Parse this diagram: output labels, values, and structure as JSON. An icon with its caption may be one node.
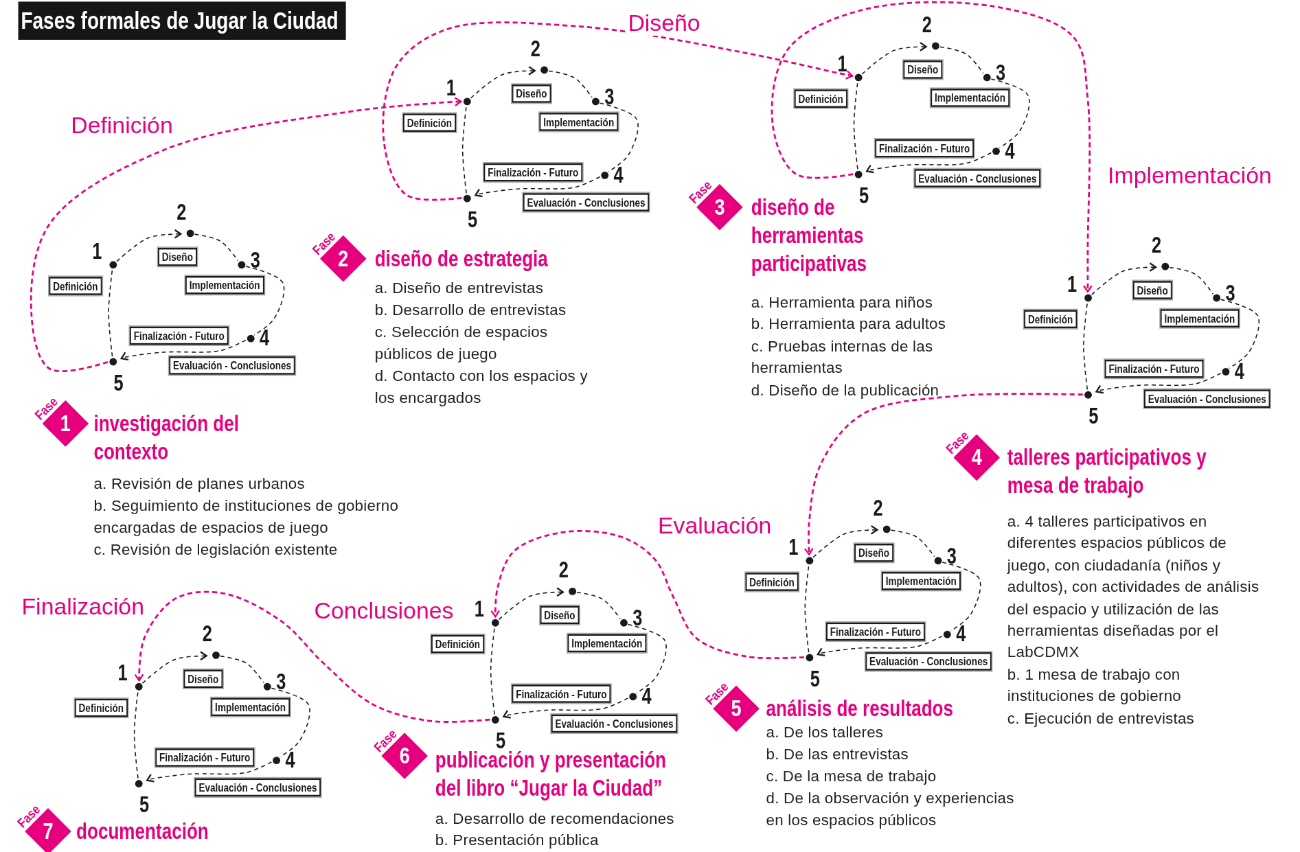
{
  "diagram": {
    "title": "Fases formales de Jugar la Ciudad",
    "nodes": [
      {
        "text": [],
        "shape": "circle",
        "beside": [
          "1"
        ]
      },
      {
        "text": [],
        "shape": "circle",
        "beside": [
          "2"
        ]
      },
      {
        "text": [],
        "shape": "circle",
        "beside": [
          "3"
        ]
      },
      {
        "text": [],
        "shape": "circle",
        "beside": [
          "4"
        ]
      },
      {
        "text": [],
        "shape": "circle",
        "beside": [
          "5"
        ]
      },
      {
        "text": [
          "Definición"
        ]
      },
      {
        "text": [
          "Diseño"
        ]
      },
      {
        "text": [
          "Implementación"
        ]
      },
      {
        "text": [
          "Finalización - Futuro"
        ]
      },
      {
        "text": [
          "Evaluación - Conclusiones"
        ]
      },
      {
        "text": [
          "Fase",
          "1"
        ],
        "beside": [
          "investigación del contexto",
          "a. Revisión de planes urbanos",
          "b. Seguimiento de instituciones de gobierno encargadas de espacios de juego",
          "c. Revisión de legislación existente"
        ]
      },
      {
        "text": [],
        "shape": "circle",
        "beside": [
          "1"
        ]
      },
      {
        "text": [],
        "shape": "circle",
        "beside": [
          "2"
        ]
      },
      {
        "text": [],
        "shape": "circle",
        "beside": [
          "3"
        ]
      },
      {
        "text": [],
        "shape": "circle",
        "beside": [
          "4"
        ]
      },
      {
        "text": [],
        "shape": "circle",
        "beside": [
          "5"
        ]
      },
      {
        "text": [
          "Definición"
        ]
      },
      {
        "text": [
          "Diseño"
        ]
      },
      {
        "text": [
          "Implementación"
        ]
      },
      {
        "text": [
          "Finalización - Futuro"
        ]
      },
      {
        "text": [
          "Evaluación - Conclusiones"
        ]
      },
      {
        "text": [
          "Fase",
          "2"
        ],
        "beside": [
          "diseño de estrategia",
          "a. Diseño de entrevistas",
          "b. Desarrollo de entrevistas",
          "c. Selección de espacios públicos de juego",
          "d. Contacto con los espacios y los encargados"
        ]
      },
      {
        "text": [],
        "shape": "circle",
        "beside": [
          "1"
        ]
      },
      {
        "text": [],
        "shape": "circle",
        "beside": [
          "2"
        ]
      },
      {
        "text": [],
        "shape": "circle",
        "beside": [
          "3"
        ]
      },
      {
        "text": [],
        "shape": "circle",
        "beside": [
          "4"
        ]
      },
      {
        "text": [],
        "shape": "circle",
        "beside": [
          "5"
        ]
      },
      {
        "text": [
          "Definición"
        ]
      },
      {
        "text": [
          "Diseño"
        ]
      },
      {
        "text": [
          "Implementación"
        ]
      },
      {
        "text": [
          "Finalización - Futuro"
        ]
      },
      {
        "text": [
          "Evaluación - Conclusiones"
        ]
      },
      {
        "text": [
          "Fase",
          "3"
        ],
        "beside": [
          "diseño de herramientas participativas",
          "a. Herramienta para niños",
          "b. Herramienta para adultos",
          "c. Pruebas internas de las herramientas",
          "d. Diseño de la publicación"
        ]
      },
      {
        "text": [],
        "shape": "circle",
        "beside": [
          "1"
        ]
      },
      {
        "text": [],
        "shape": "circle",
        "beside": [
          "2"
        ]
      },
      {
        "text": [],
        "shape": "circle",
        "beside": [
          "3"
        ]
      },
      {
        "text": [],
        "shape": "circle",
        "beside": [
          "4"
        ]
      },
      {
        "text": [],
        "shape": "circle",
        "beside": [
          "5"
        ]
      },
      {
        "text": [
          "Definición"
        ]
      },
      {
        "text": [
          "Diseño"
        ]
      },
      {
        "text": [
          "Implementación"
        ]
      },
      {
        "text": [
          "Finalización - Futuro"
        ]
      },
      {
        "text": [
          "Evaluación - Conclusiones"
        ]
      },
      {
        "text": [
          "Fase",
          "4"
        ],
        "beside": [
          "talleres participativos y mesa de trabajo",
          "a. 4 talleres participativos en diferentes espacios públicos de juego, con ciudadanía (niños y adultos), con actividades de análisis del espacio y utilización de las herramientas diseñadas por el LabCDMX",
          "b. 1 mesa de trabajo con instituciones de gobierno",
          "c. Ejecución de entrevistas"
        ]
      },
      {
        "text": [],
        "shape": "circle",
        "beside": [
          "1"
        ]
      },
      {
        "text": [],
        "shape": "circle",
        "beside": [
          "2"
        ]
      },
      {
        "text": [],
        "shape": "circle",
        "beside": [
          "3"
        ]
      },
      {
        "text": [],
        "shape": "circle",
        "beside": [
          "4"
        ]
      },
      {
        "text": [],
        "shape": "circle",
        "beside": [
          "5"
        ]
      },
      {
        "text": [
          "Definición"
        ]
      },
      {
        "text": [
          "Diseño"
        ]
      },
      {
        "text": [
          "Implementación"
        ]
      },
      {
        "text": [
          "Finalización - Futuro"
        ]
      },
      {
        "text": [
          "Evaluación - Conclusiones"
        ]
      },
      {
        "text": [
          "Fase",
          "5"
        ],
        "beside": [
          "análisis de resultados",
          "a. De los talleres",
          "b. De las entrevistas",
          "c. De la mesa de trabajo",
          "d. De la observación y experiencias en los espacios públicos"
        ]
      },
      {
        "text": [],
        "shape": "circle",
        "beside": [
          "1"
        ]
      },
      {
        "text": [],
        "shape": "circle",
        "beside": [
          "2"
        ]
      },
      {
        "text": [],
        "shape": "circle",
        "beside": [
          "3"
        ]
      },
      {
        "text": [],
        "shape": "circle",
        "beside": [
          "4"
        ]
      },
      {
        "text": [],
        "shape": "circle",
        "beside": [
          "5"
        ]
      },
      {
        "text": [
          "Definición"
        ]
      },
      {
        "text": [
          "Diseño"
        ]
      },
      {
        "text": [
          "Implementación"
        ]
      },
      {
        "text": [
          "Finalización - Futuro"
        ]
      },
      {
        "text": [
          "Evaluación - Conclusiones"
        ]
      },
      {
        "text": [
          "Fase",
          "6"
        ],
        "beside": [
          "publicación y presentación del libro “Jugar la Ciudad”",
          "a. Desarrollo de recomendaciones",
          "b. Presentación pública"
        ]
      },
      {
        "text": [],
        "shape": "circle",
        "beside": [
          "1"
        ]
      },
      {
        "text": [],
        "shape": "circle",
        "beside": [
          "2"
        ]
      },
      {
        "text": [],
        "shape": "circle",
        "beside": [
          "3"
        ]
      },
      {
        "text": [],
        "shape": "circle",
        "beside": [
          "4"
        ]
      },
      {
        "text": [],
        "shape": "circle",
        "beside": [
          "5"
        ]
      },
      {
        "text": [
          "Definición"
        ]
      },
      {
        "text": [
          "Diseño"
        ]
      },
      {
        "text": [
          "Implementación"
        ]
      },
      {
        "text": [
          "Finalización - Futuro"
        ]
      },
      {
        "text": [
          "Evaluación - Conclusiones"
        ]
      },
      {
        "text": [
          "Fase",
          "7"
        ],
        "beside": [
          "documentación"
        ]
      }
    ],
    "edges": [
      {
        "from": 0,
        "to": 1,
        "arrow": "to",
        "style": "dashed"
      },
      {
        "from": 1,
        "to": 2,
        "arrow": "none",
        "style": "dashed"
      },
      {
        "from": 2,
        "to": 3,
        "arrow": "none",
        "style": "dashed"
      },
      {
        "from": 3,
        "to": 4,
        "arrow": "to",
        "style": "dashed"
      },
      {
        "from": 4,
        "to": 0,
        "arrow": "none",
        "style": "dashed"
      },
      {
        "from": 11,
        "to": 12,
        "arrow": "to",
        "style": "dashed"
      },
      {
        "from": 12,
        "to": 13,
        "arrow": "none",
        "style": "dashed"
      },
      {
        "from": 13,
        "to": 14,
        "arrow": "none",
        "style": "dashed"
      },
      {
        "from": 14,
        "to": 15,
        "arrow": "to",
        "style": "dashed"
      },
      {
        "from": 15,
        "to": 11,
        "arrow": "none",
        "style": "dashed"
      },
      {
        "from": 22,
        "to": 23,
        "arrow": "to",
        "style": "dashed"
      },
      {
        "from": 23,
        "to": 24,
        "arrow": "none",
        "style": "dashed"
      },
      {
        "from": 24,
        "to": 25,
        "arrow": "none",
        "style": "dashed"
      },
      {
        "from": 25,
        "to": 26,
        "arrow": "to",
        "style": "dashed"
      },
      {
        "from": 26,
        "to": 22,
        "arrow": "none",
        "style": "dashed"
      },
      {
        "from": 33,
        "to": 34,
        "arrow": "to",
        "style": "dashed"
      },
      {
        "from": 34,
        "to": 35,
        "arrow": "none",
        "style": "dashed"
      },
      {
        "from": 35,
        "to": 36,
        "arrow": "none",
        "style": "dashed"
      },
      {
        "from": 36,
        "to": 37,
        "arrow": "to",
        "style": "dashed"
      },
      {
        "from": 37,
        "to": 33,
        "arrow": "none",
        "style": "dashed"
      },
      {
        "from": 44,
        "to": 45,
        "arrow": "to",
        "style": "dashed"
      },
      {
        "from": 45,
        "to": 46,
        "arrow": "none",
        "style": "dashed"
      },
      {
        "from": 46,
        "to": 47,
        "arrow": "none",
        "style": "dashed"
      },
      {
        "from": 47,
        "to": 48,
        "arrow": "to",
        "style": "dashed"
      },
      {
        "from": 48,
        "to": 44,
        "arrow": "none",
        "style": "dashed"
      },
      {
        "from": 55,
        "to": 56,
        "arrow": "to",
        "style": "dashed"
      },
      {
        "from": 56,
        "to": 57,
        "arrow": "none",
        "style": "dashed"
      },
      {
        "from": 57,
        "to": 58,
        "arrow": "none",
        "style": "dashed"
      },
      {
        "from": 58,
        "to": 59,
        "arrow": "to",
        "style": "dashed"
      },
      {
        "from": 59,
        "to": 55,
        "arrow": "none",
        "style": "dashed"
      },
      {
        "from": 66,
        "to": 67,
        "arrow": "to",
        "style": "dashed"
      },
      {
        "from": 67,
        "to": 68,
        "arrow": "none",
        "style": "dashed"
      },
      {
        "from": 68,
        "to": 69,
        "arrow": "none",
        "style": "dashed"
      },
      {
        "from": 69,
        "to": 70,
        "arrow": "to",
        "style": "dashed"
      },
      {
        "from": 70,
        "to": 66,
        "arrow": "none",
        "style": "dashed"
      },
      {
        "from": 4,
        "to": 11,
        "arrow": "to",
        "label": "Definición",
        "style": "dashed",
        "color": "#e6007e"
      },
      {
        "from": 15,
        "to": 22,
        "arrow": "to",
        "label": "Diseño",
        "style": "dashed",
        "color": "#e6007e"
      },
      {
        "from": 26,
        "to": 33,
        "arrow": "to",
        "label": "Implementación",
        "style": "dashed",
        "color": "#e6007e"
      },
      {
        "from": 37,
        "to": 44,
        "arrow": "to",
        "label": "Evaluación",
        "style": "dashed",
        "color": "#e6007e"
      },
      {
        "from": 48,
        "to": 55,
        "arrow": "to",
        "label": "Conclusiones",
        "style": "dashed",
        "color": "#e6007e"
      },
      {
        "from": 59,
        "to": 66,
        "arrow": "to",
        "label": "Finalización",
        "style": "dashed",
        "color": "#e6007e"
      }
    ]
  }
}
